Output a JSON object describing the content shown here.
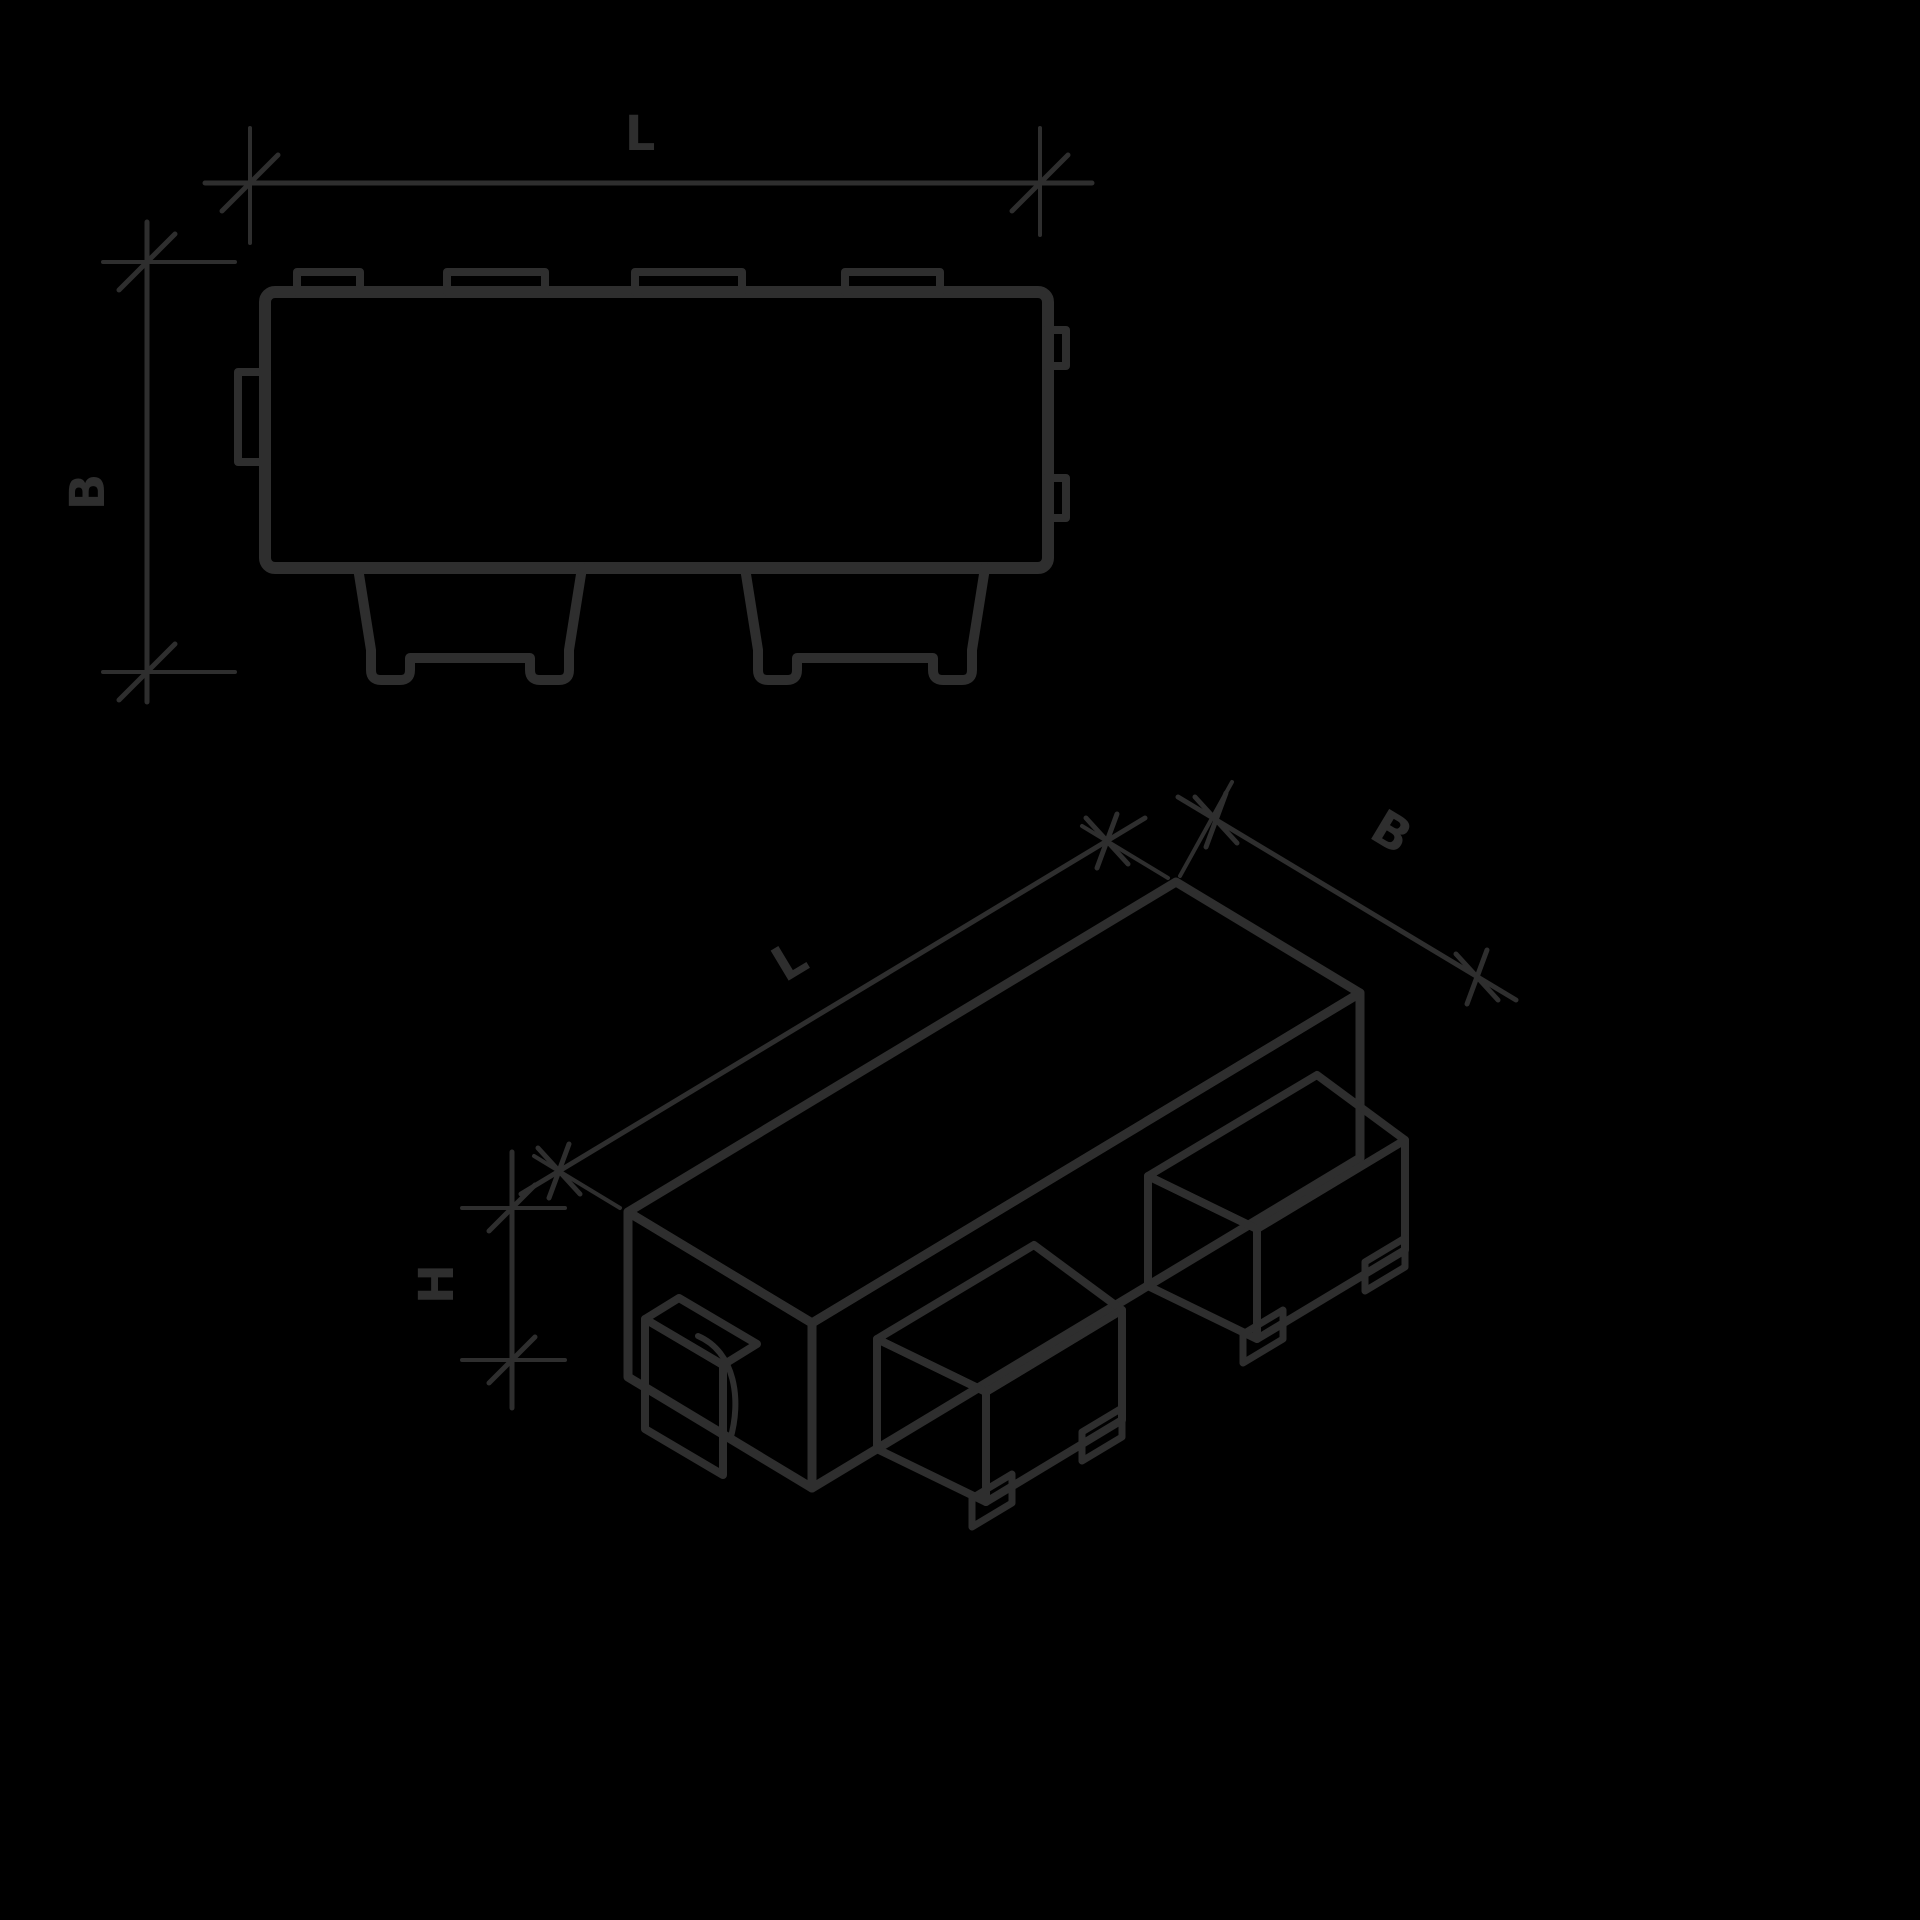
{
  "canvas": {
    "background": "#000000",
    "line_color": "#2e2e2e"
  },
  "plan_view": {
    "dim_length_label": "L",
    "dim_width_label": "B"
  },
  "iso_view": {
    "dim_length_label": "L",
    "dim_width_label": "B",
    "dim_height_label": "H"
  }
}
